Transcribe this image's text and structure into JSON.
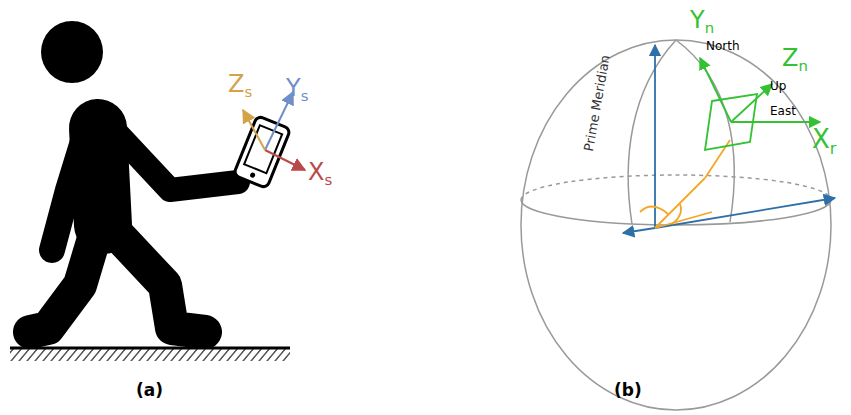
{
  "diagram": {
    "labels": [
      "Zs",
      "Ys",
      "Xs",
      "(a)",
      "Prime Meridian",
      "Yn",
      "North",
      "Zn",
      "Up",
      "East",
      "Xr",
      "(b)"
    ]
  }
}
